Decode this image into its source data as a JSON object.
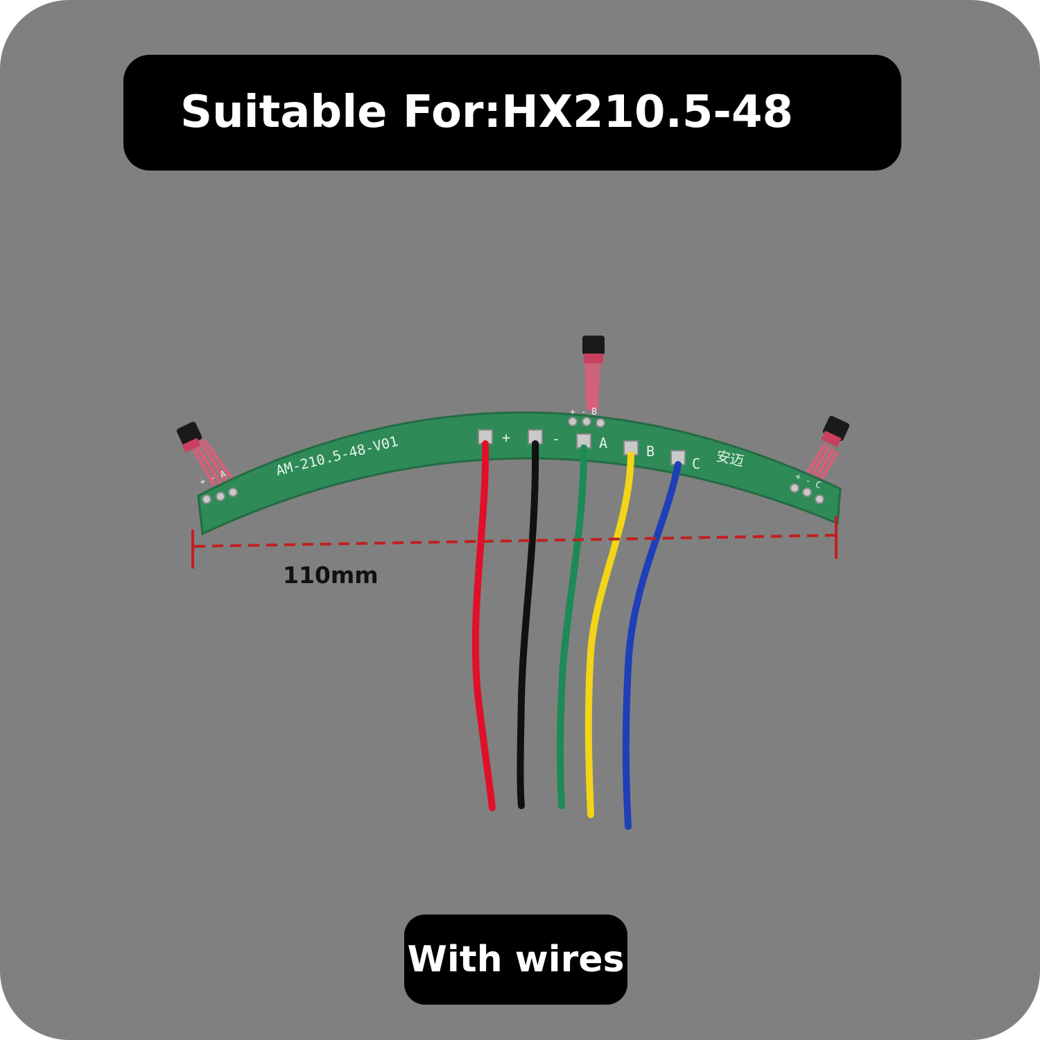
{
  "title": "Suitable For:HX210.5-48",
  "footer": "With wires",
  "dimension_label": "110mm",
  "pcb": {
    "part_marking": "AM-210.5-48-V01",
    "brand_marking": "安迈",
    "pad_labels": [
      "+",
      "-",
      "A",
      "B",
      "C"
    ],
    "sensor_labels": {
      "left": "+ - A",
      "center": "+ - B",
      "right": "+ - C"
    }
  },
  "colors": {
    "background": "#808080",
    "banner": "#000000",
    "pcb": "#2e8b57",
    "wire_red": "#e0102a",
    "wire_black": "#111111",
    "wire_green": "#1e8a55",
    "wire_yellow": "#f2d418",
    "wire_blue": "#1f3fb8",
    "dimension_line": "#c02020"
  }
}
